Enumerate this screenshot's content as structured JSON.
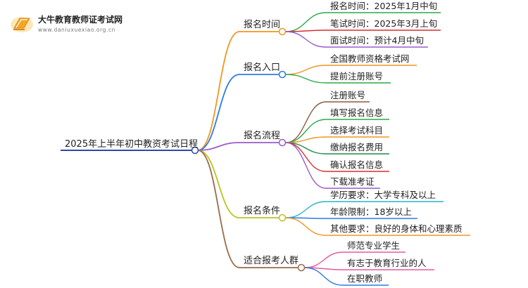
{
  "logo": {
    "name": "大牛教育教师证考试网",
    "url": "www.daniuxuexiao.org.cn"
  },
  "root": {
    "label": "2025年上半年初中教资考试日程",
    "color": "#2b4aa8"
  },
  "branches": [
    {
      "key": "time",
      "label": "报名时间",
      "color": "#f0961e",
      "children": [
        {
          "label": "报名时间：2025年1月中旬",
          "color": "#2aa84a"
        },
        {
          "label": "笔试时间：2025年3月上旬",
          "color": "#d62f2f"
        },
        {
          "label": "面试时间：预计4月中旬",
          "color": "#9a5cc8"
        }
      ]
    },
    {
      "key": "entry",
      "label": "报名入口",
      "color": "#2c7be5",
      "children": [
        {
          "label": "全国教师资格考试网",
          "color": "#f0961e"
        },
        {
          "label": "提前注册账号",
          "color": "#2aa84a"
        }
      ]
    },
    {
      "key": "flow",
      "label": "报名流程",
      "color": "#9a5cc8",
      "children": [
        {
          "label": "注册账号",
          "color": "#8b5a3c"
        },
        {
          "label": "填写报名信息",
          "color": "#2aa84a"
        },
        {
          "label": "选择考试科目",
          "color": "#f0961e"
        },
        {
          "label": "缴纳报名费用",
          "color": "#1e8c4a"
        },
        {
          "label": "确认报名信息",
          "color": "#d62f2f"
        },
        {
          "label": "下载准考证",
          "color": "#9a5cc8"
        }
      ]
    },
    {
      "key": "cond",
      "label": "报名条件",
      "color": "#b8c41e",
      "children": [
        {
          "label": "学历要求：大学专科及以上",
          "color": "#23b5c8"
        },
        {
          "label": "年龄限制：18岁以上",
          "color": "#2c7be5"
        },
        {
          "label": "其他要求：良好的身体和心理素质",
          "color": "#f0961e"
        }
      ]
    },
    {
      "key": "people",
      "label": "适合报考人群",
      "color": "#9a6a4c",
      "children": [
        {
          "label": "师范专业学生",
          "color": "#e85a9a"
        },
        {
          "label": "有志于教育行业的人",
          "color": "#e85a9a"
        },
        {
          "label": "在职教师",
          "color": "#2c7be5"
        }
      ]
    }
  ]
}
